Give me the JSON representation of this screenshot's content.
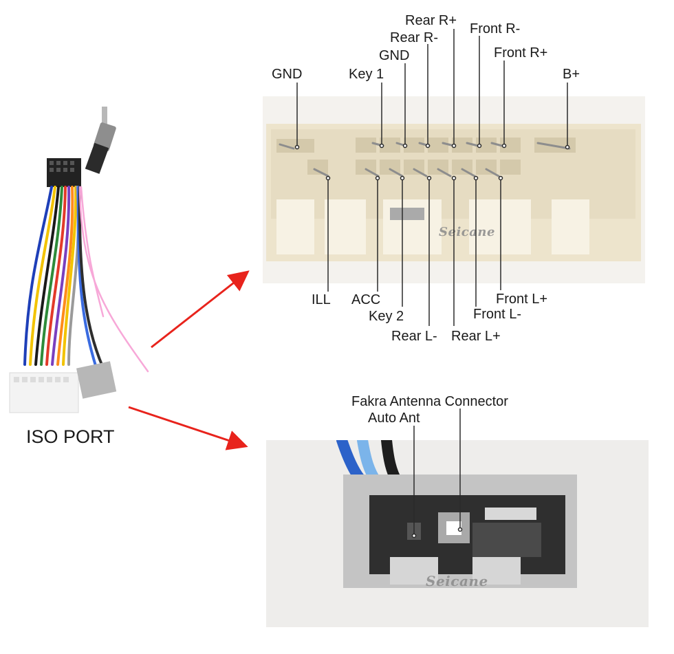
{
  "harness": {
    "caption": "ISO PORT",
    "wire_colors": [
      "#1e3fb8",
      "#f2c300",
      "#1a1a1a",
      "#2e8b3a",
      "#e23a2a",
      "#7a3fbf",
      "#ff8c1a",
      "#8fd1ff",
      "#9a9a9a",
      "#f7a8d8",
      "#3a6be0",
      "#2e2e2e"
    ]
  },
  "top_connector": {
    "watermark": "Seicane",
    "labels_top": {
      "gnd_left": "GND",
      "key1": "Key 1",
      "gnd_mid": "GND",
      "rear_r_minus": "Rear R-",
      "rear_r_plus": "Rear R+",
      "front_r_minus": "Front R-",
      "front_r_plus": "Front R+",
      "b_plus": "B+"
    },
    "labels_bottom": {
      "ill": "ILL",
      "acc": "ACC",
      "key2": "Key 2",
      "rear_l_minus": "Rear L-",
      "rear_l_plus": "Rear L+",
      "front_l_minus": "Front L-",
      "front_l_plus": "Front L+"
    }
  },
  "bottom_connector": {
    "watermark": "Seicane",
    "label_fakra": "Fakra Antenna Connector",
    "label_auto_ant": "Auto Ant"
  },
  "colors": {
    "arrow": "#e8231c",
    "connector_body": "#ece4cf",
    "grey_body": "#c9c9c9",
    "pointer_line": "#2a2a2a"
  }
}
